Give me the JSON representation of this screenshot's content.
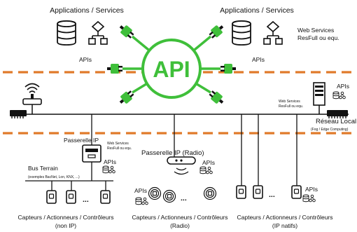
{
  "top_left": {
    "title": "Applications / Services",
    "apis": "APIs"
  },
  "top_right": {
    "title": "Applications / Services",
    "apis": "APIs",
    "web_services_line1": "Web Services",
    "web_services_line2": "ResFull ou equ."
  },
  "center": {
    "label": "API"
  },
  "local_network": {
    "apis": "APIs",
    "web_services_line1": "Web Services",
    "web_services_line2": "ResFull ou equ.",
    "title": "Réseau Local",
    "subtitle": "(Fog / Edge Computing)"
  },
  "ip_gateway": {
    "title": "Passerelle IP",
    "web_services_line1": "Web Services",
    "web_services_line2": "ResFull ou equ.",
    "apis": "APIs"
  },
  "radio_gateway": {
    "title": "Passerelle IP (Radio)",
    "apis": "APIs"
  },
  "bus": {
    "title": "Bus Terrain",
    "subtitle": "(exemples BacNet, Lon, KNX, ...)"
  },
  "groups": [
    {
      "apis": "",
      "line1": "Capteurs / Actionneurs / Contrôleurs",
      "line2": "(non IP)"
    },
    {
      "apis": "APIs",
      "line1": "Capteurs / Actionneurs / Contrôleurs",
      "line2": "(Radio)"
    },
    {
      "apis": "APIs",
      "line1": "Capteurs / Actionneurs / Contrôleurs",
      "line2": "(IP natifs)"
    }
  ],
  "ellipsis": "...",
  "colors": {
    "api_green": "#3fbf3a",
    "dash_orange": "#e07a2a",
    "line": "#111111"
  },
  "icons": [
    "database-icon",
    "flowchart-icon",
    "plug-icon",
    "router-icon",
    "server-icon",
    "network-switch-icon",
    "gateway-icon",
    "radio-gateway-icon",
    "device-icon",
    "radio-device-icon"
  ]
}
